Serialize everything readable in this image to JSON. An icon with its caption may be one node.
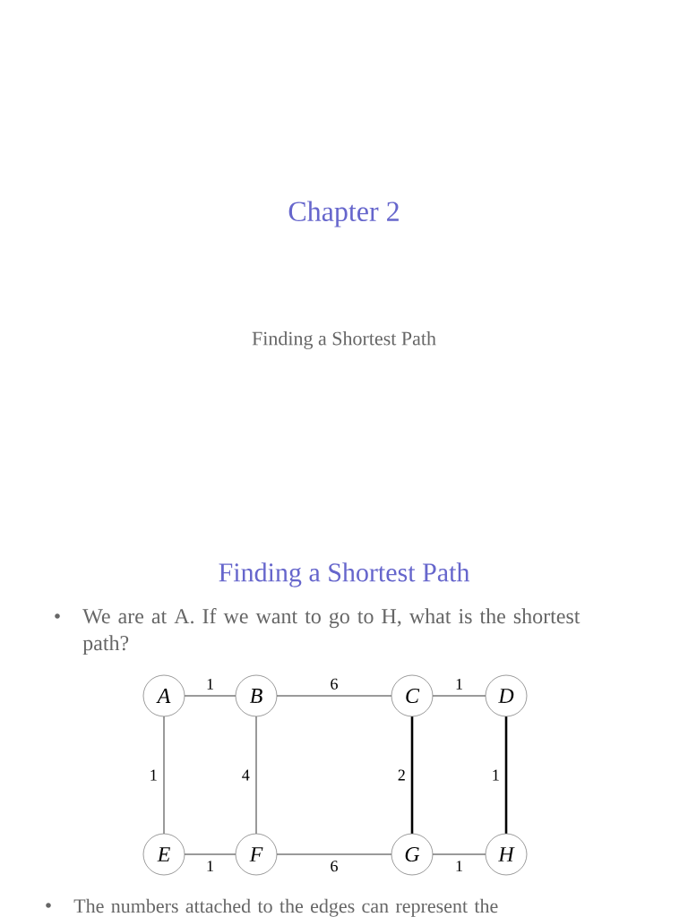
{
  "diagram": {
    "title": "Chapter 2",
    "nodes": [
      {
        "text": [
          "A"
        ]
      },
      {
        "text": [
          "B"
        ]
      },
      {
        "text": [
          "C"
        ]
      },
      {
        "text": [
          "D"
        ]
      },
      {
        "text": [
          "E"
        ]
      },
      {
        "text": [
          "F"
        ]
      },
      {
        "text": [
          "G"
        ]
      },
      {
        "text": [
          "H"
        ]
      }
    ],
    "edges": [
      {
        "from": 0,
        "to": 1,
        "arrow": "none",
        "label": "1"
      },
      {
        "from": 1,
        "to": 2,
        "arrow": "none",
        "label": "6"
      },
      {
        "from": 2,
        "to": 3,
        "arrow": "none",
        "label": "1"
      },
      {
        "from": 0,
        "to": 4,
        "arrow": "none",
        "label": "1"
      },
      {
        "from": 1,
        "to": 5,
        "arrow": "none",
        "label": "4"
      },
      {
        "from": 2,
        "to": 6,
        "arrow": "none",
        "label": "2",
        "style": "thick"
      },
      {
        "from": 3,
        "to": 7,
        "arrow": "none",
        "label": "1",
        "style": "thick"
      },
      {
        "from": 4,
        "to": 5,
        "arrow": "none",
        "label": "1"
      },
      {
        "from": 5,
        "to": 6,
        "arrow": "none",
        "label": "6"
      },
      {
        "from": 6,
        "to": 7,
        "arrow": "none",
        "label": "1"
      }
    ],
    "labels": [
      "Finding a Shortest Path",
      "Finding a Shortest Path",
      "We are at A. If we want to go to H, what is the shortest path?",
      "The numbers attached to the edges can represent the"
    ]
  }
}
